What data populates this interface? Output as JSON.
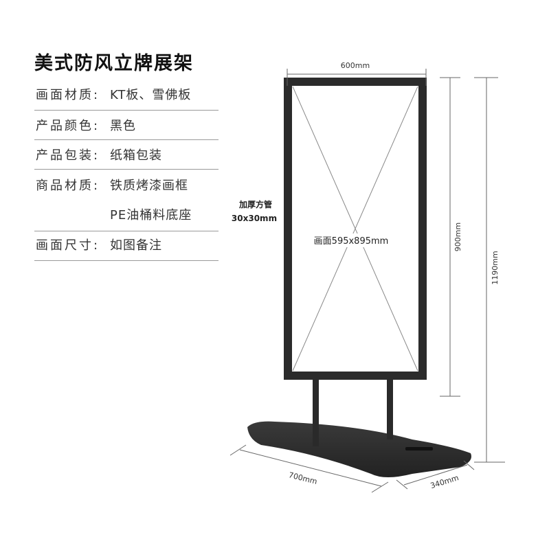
{
  "title": "美式防风立牌展架",
  "specs": [
    {
      "label": "画面材质:",
      "value": "KT板、雪佛板"
    },
    {
      "label": "产品颜色:",
      "value": "黑色"
    },
    {
      "label": "产品包装:",
      "value": "纸箱包装"
    },
    {
      "label": "商品材质:",
      "value": "铁质烤漆画框",
      "value2": "PE油桶料底座"
    },
    {
      "label": "画面尺寸:",
      "value": "如图备注"
    }
  ],
  "diagram": {
    "width": "600mm",
    "frame_height": "900mm",
    "total_height": "1190mm",
    "base_length": "700mm",
    "base_depth": "340mm",
    "tube_label": "加厚方管",
    "tube_size": "30x30mm",
    "screen_size": "画面595x895mm"
  }
}
